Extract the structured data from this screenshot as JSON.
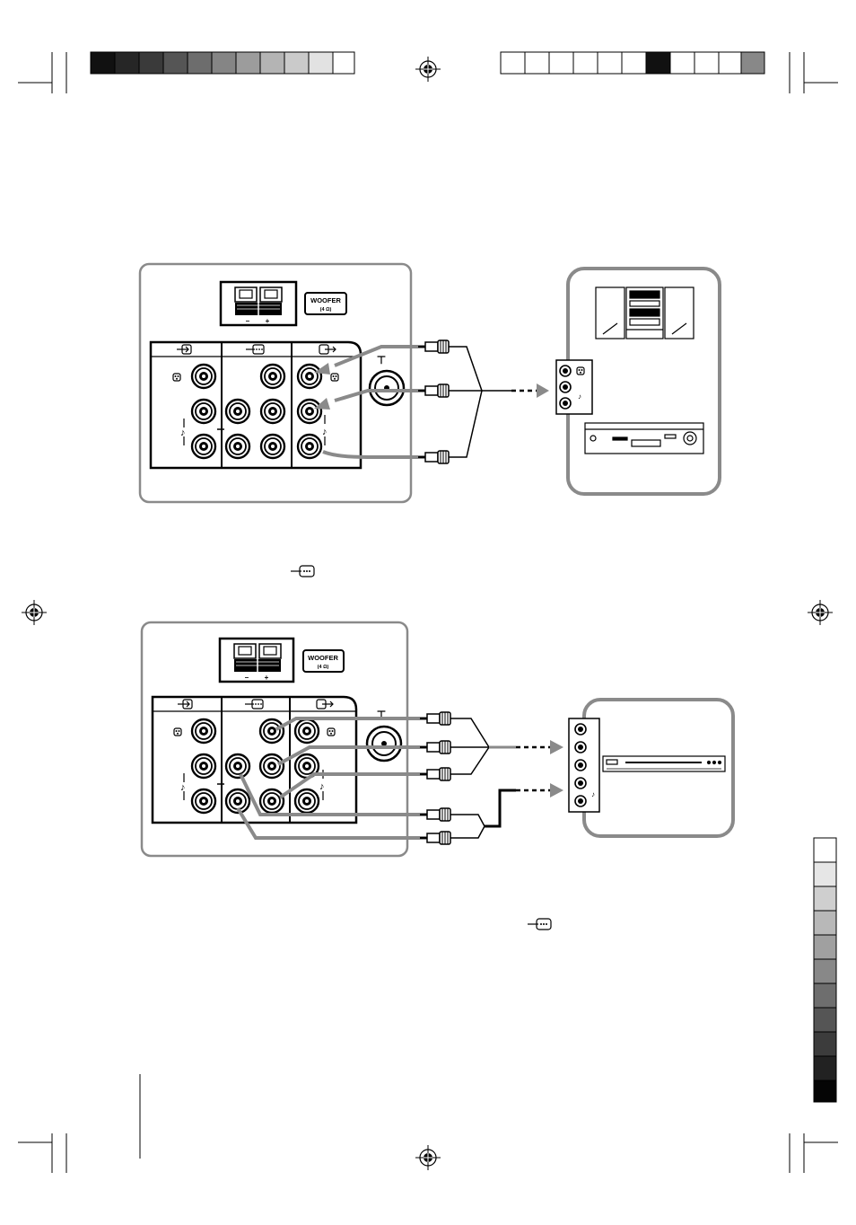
{
  "diagram1": {
    "woofer_label": "WOOFER",
    "woofer_ohm": "(4 Ω)",
    "minus_sign": "–",
    "plus_sign": "+"
  },
  "diagram2": {
    "woofer_label": "WOOFER",
    "woofer_ohm": "(4 Ω)",
    "minus_sign": "–",
    "plus_sign": "+"
  },
  "colors": {
    "ink": "#000000",
    "cable_gray": "#8a8a8a",
    "panel_border": "#8a8a8a",
    "panel_fill": "#ffffff"
  },
  "icons": {
    "input": "video-input-icon",
    "monitor": "monitor-input-icon",
    "output": "video-output-icon",
    "antenna": "antenna-icon",
    "audio": "music-note-icon",
    "video": "video-jack-icon"
  }
}
